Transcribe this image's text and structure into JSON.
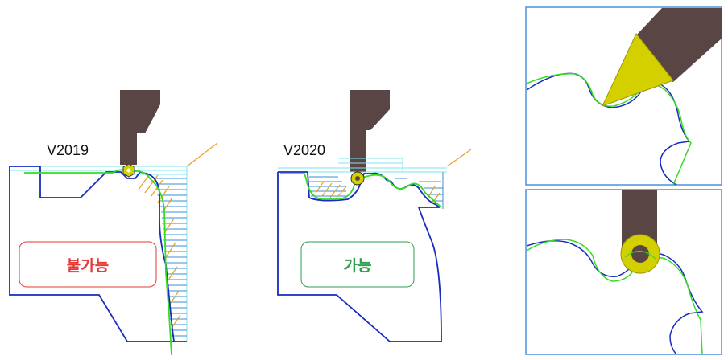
{
  "left_panel": {
    "version": "V2019",
    "status": "불가능",
    "status_color": "#e53935"
  },
  "middle_panel": {
    "version": "V2020",
    "status": "가능",
    "status_color": "#2e9e4f"
  },
  "colors": {
    "profile": "#1a2bbf",
    "toolpath": "#33dd22",
    "tool_body": "#5a4545",
    "insert": "#d4d000",
    "hatch_blue": "#3b8fd6",
    "hatch_cyan": "#7fe5ee",
    "hatch_orange": "#e9a020",
    "frame": "#4a90d9"
  }
}
